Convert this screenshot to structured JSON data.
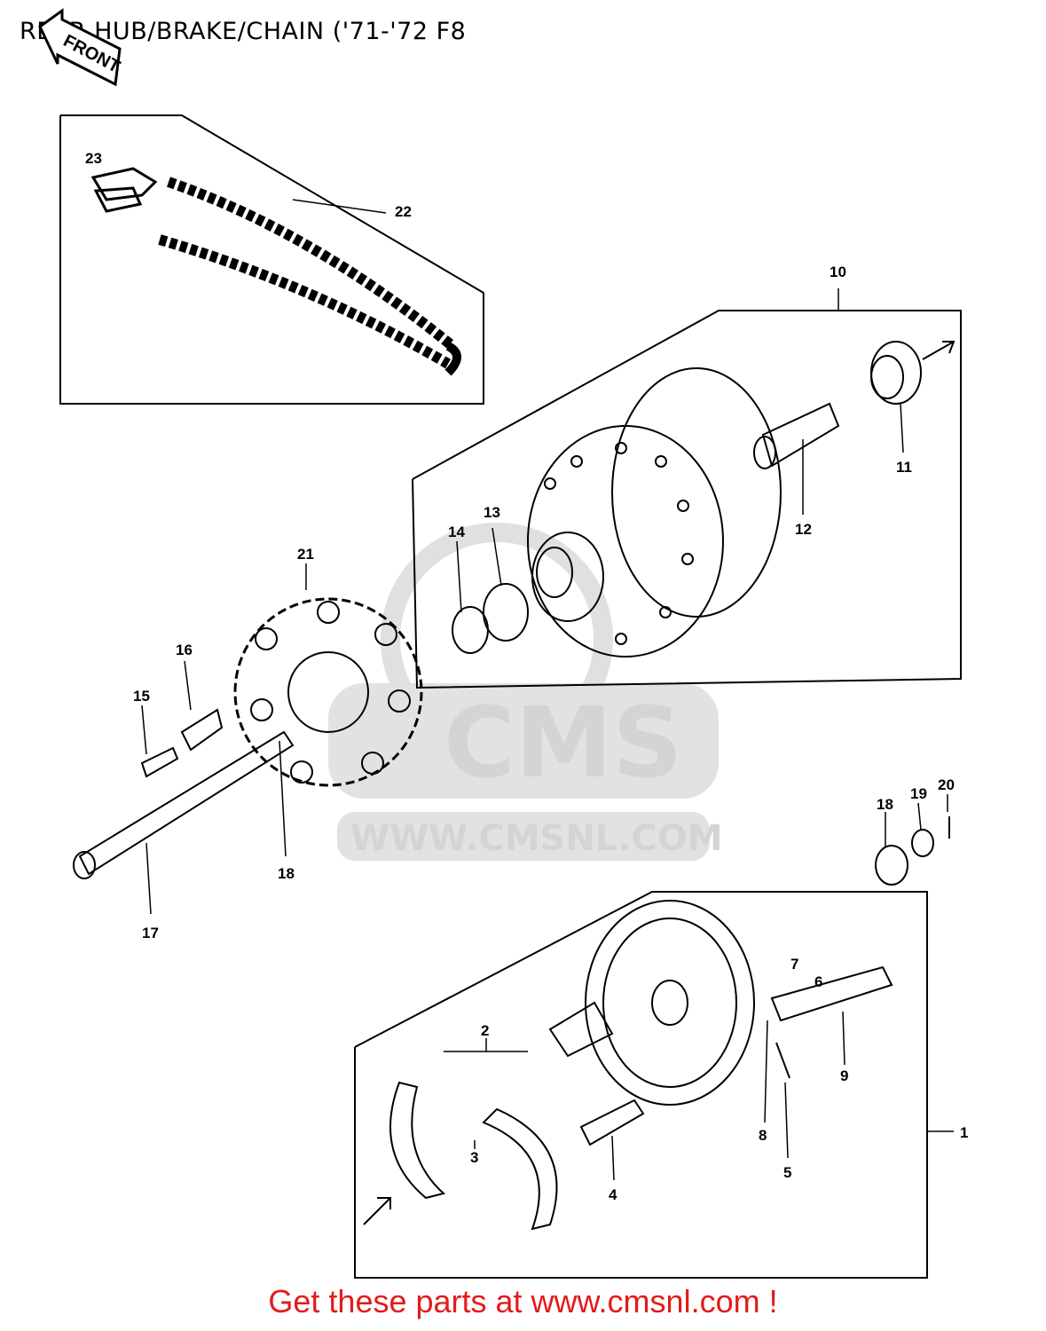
{
  "title": "REAR HUB/BRAKE/CHAIN ('71-'72 F8",
  "front_arrow_label": "FRONT",
  "watermark": {
    "logo": "CMS",
    "url": "WWW.CMSNL.COM"
  },
  "footer": "Get these parts at www.cmsnl.com !",
  "callouts": [
    "1",
    "2",
    "3",
    "4",
    "5",
    "6",
    "7",
    "8",
    "9",
    "10",
    "11",
    "12",
    "13",
    "14",
    "15",
    "16",
    "17",
    "18",
    "18",
    "19",
    "20",
    "21",
    "22",
    "23"
  ]
}
